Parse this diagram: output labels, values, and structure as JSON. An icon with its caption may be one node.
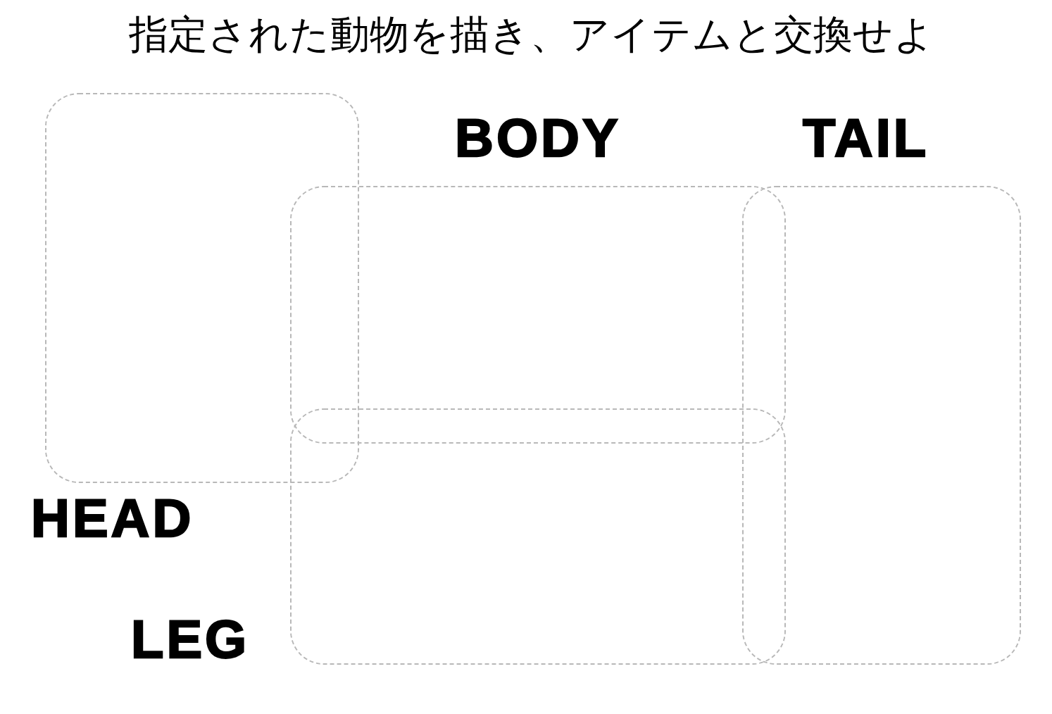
{
  "diagram": {
    "title": "指定された動物を描き、アイテムと交換せよ",
    "nodes": [
      {
        "text": [
          "HEAD"
        ]
      },
      {
        "text": [
          "BODY"
        ]
      },
      {
        "text": [
          "TAIL"
        ]
      },
      {
        "text": [
          "LEG"
        ]
      }
    ]
  }
}
